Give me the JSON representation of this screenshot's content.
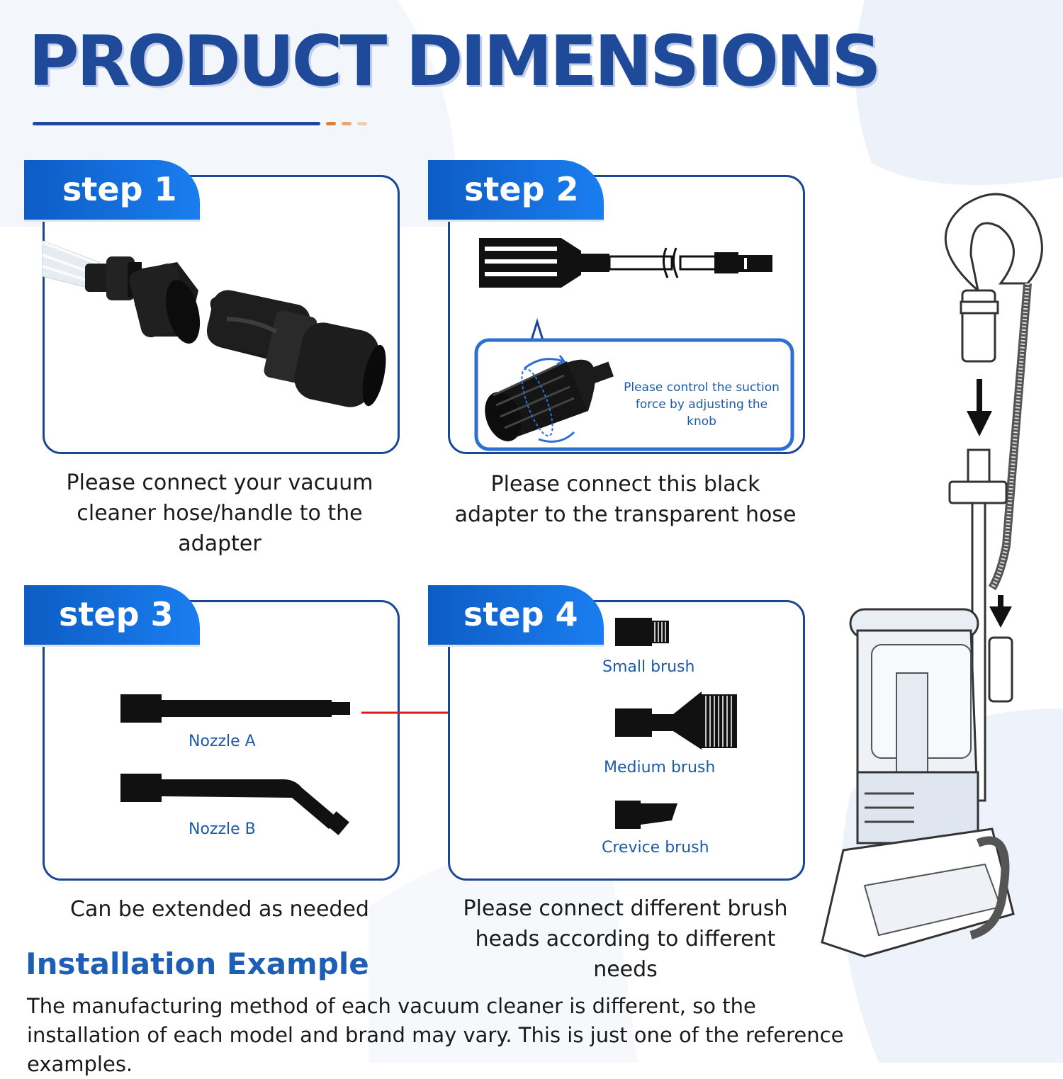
{
  "title": "PRODUCT DIMENSIONS",
  "colors": {
    "brand_blue": "#1e4a99",
    "tab_blue": "#1a7ef0",
    "label_blue": "#1d5aa8",
    "arrow_red": "#e0191f"
  },
  "steps": [
    {
      "label": "step 1",
      "caption": "Please connect your vacuum cleaner hose/handle to the adapter"
    },
    {
      "label": "step 2",
      "caption": "Please connect this black adapter to the transparent hose",
      "note": "Please control the suction force by adjusting the knob"
    },
    {
      "label": "step 3",
      "caption": "Can be extended as needed",
      "parts": [
        "Nozzle A",
        "Nozzle B"
      ]
    },
    {
      "label": "step 4",
      "caption": "Please connect different brush heads according to different needs",
      "parts": [
        "Small brush",
        "Medium brush",
        "Crevice brush"
      ]
    }
  ],
  "installation": {
    "heading": "Installation Example",
    "body": "The manufacturing method of each vacuum cleaner is different, so the installation of each model and brand may vary. This is just one of the reference examples."
  },
  "icons": [
    "adapter-icon",
    "hose-icon",
    "knob-icon",
    "nozzle-icon",
    "brush-icon",
    "arrow-icon",
    "vacuum-cleaner-icon"
  ]
}
